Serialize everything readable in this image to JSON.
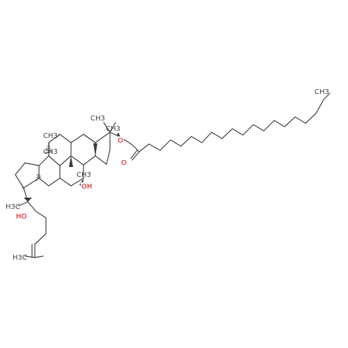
{
  "molecule": {
    "labels": {
      "methyl_4a": "CH3",
      "methyl_4b": "CH3",
      "methyl_10": "CH3",
      "methyl_14": "CH3",
      "methyl_8": "CH3",
      "methyl_20": "H3C",
      "methyl_25": "H3C",
      "methyl_terminal": "CH3",
      "ester_oxygen": "O",
      "carbonyl_oxygen": "O",
      "hydroxyl_7": "OH",
      "hydroxyl_20": "HO"
    },
    "colors": {
      "bond": "#3c3c3c",
      "heteroatom": "#d40000"
    }
  }
}
